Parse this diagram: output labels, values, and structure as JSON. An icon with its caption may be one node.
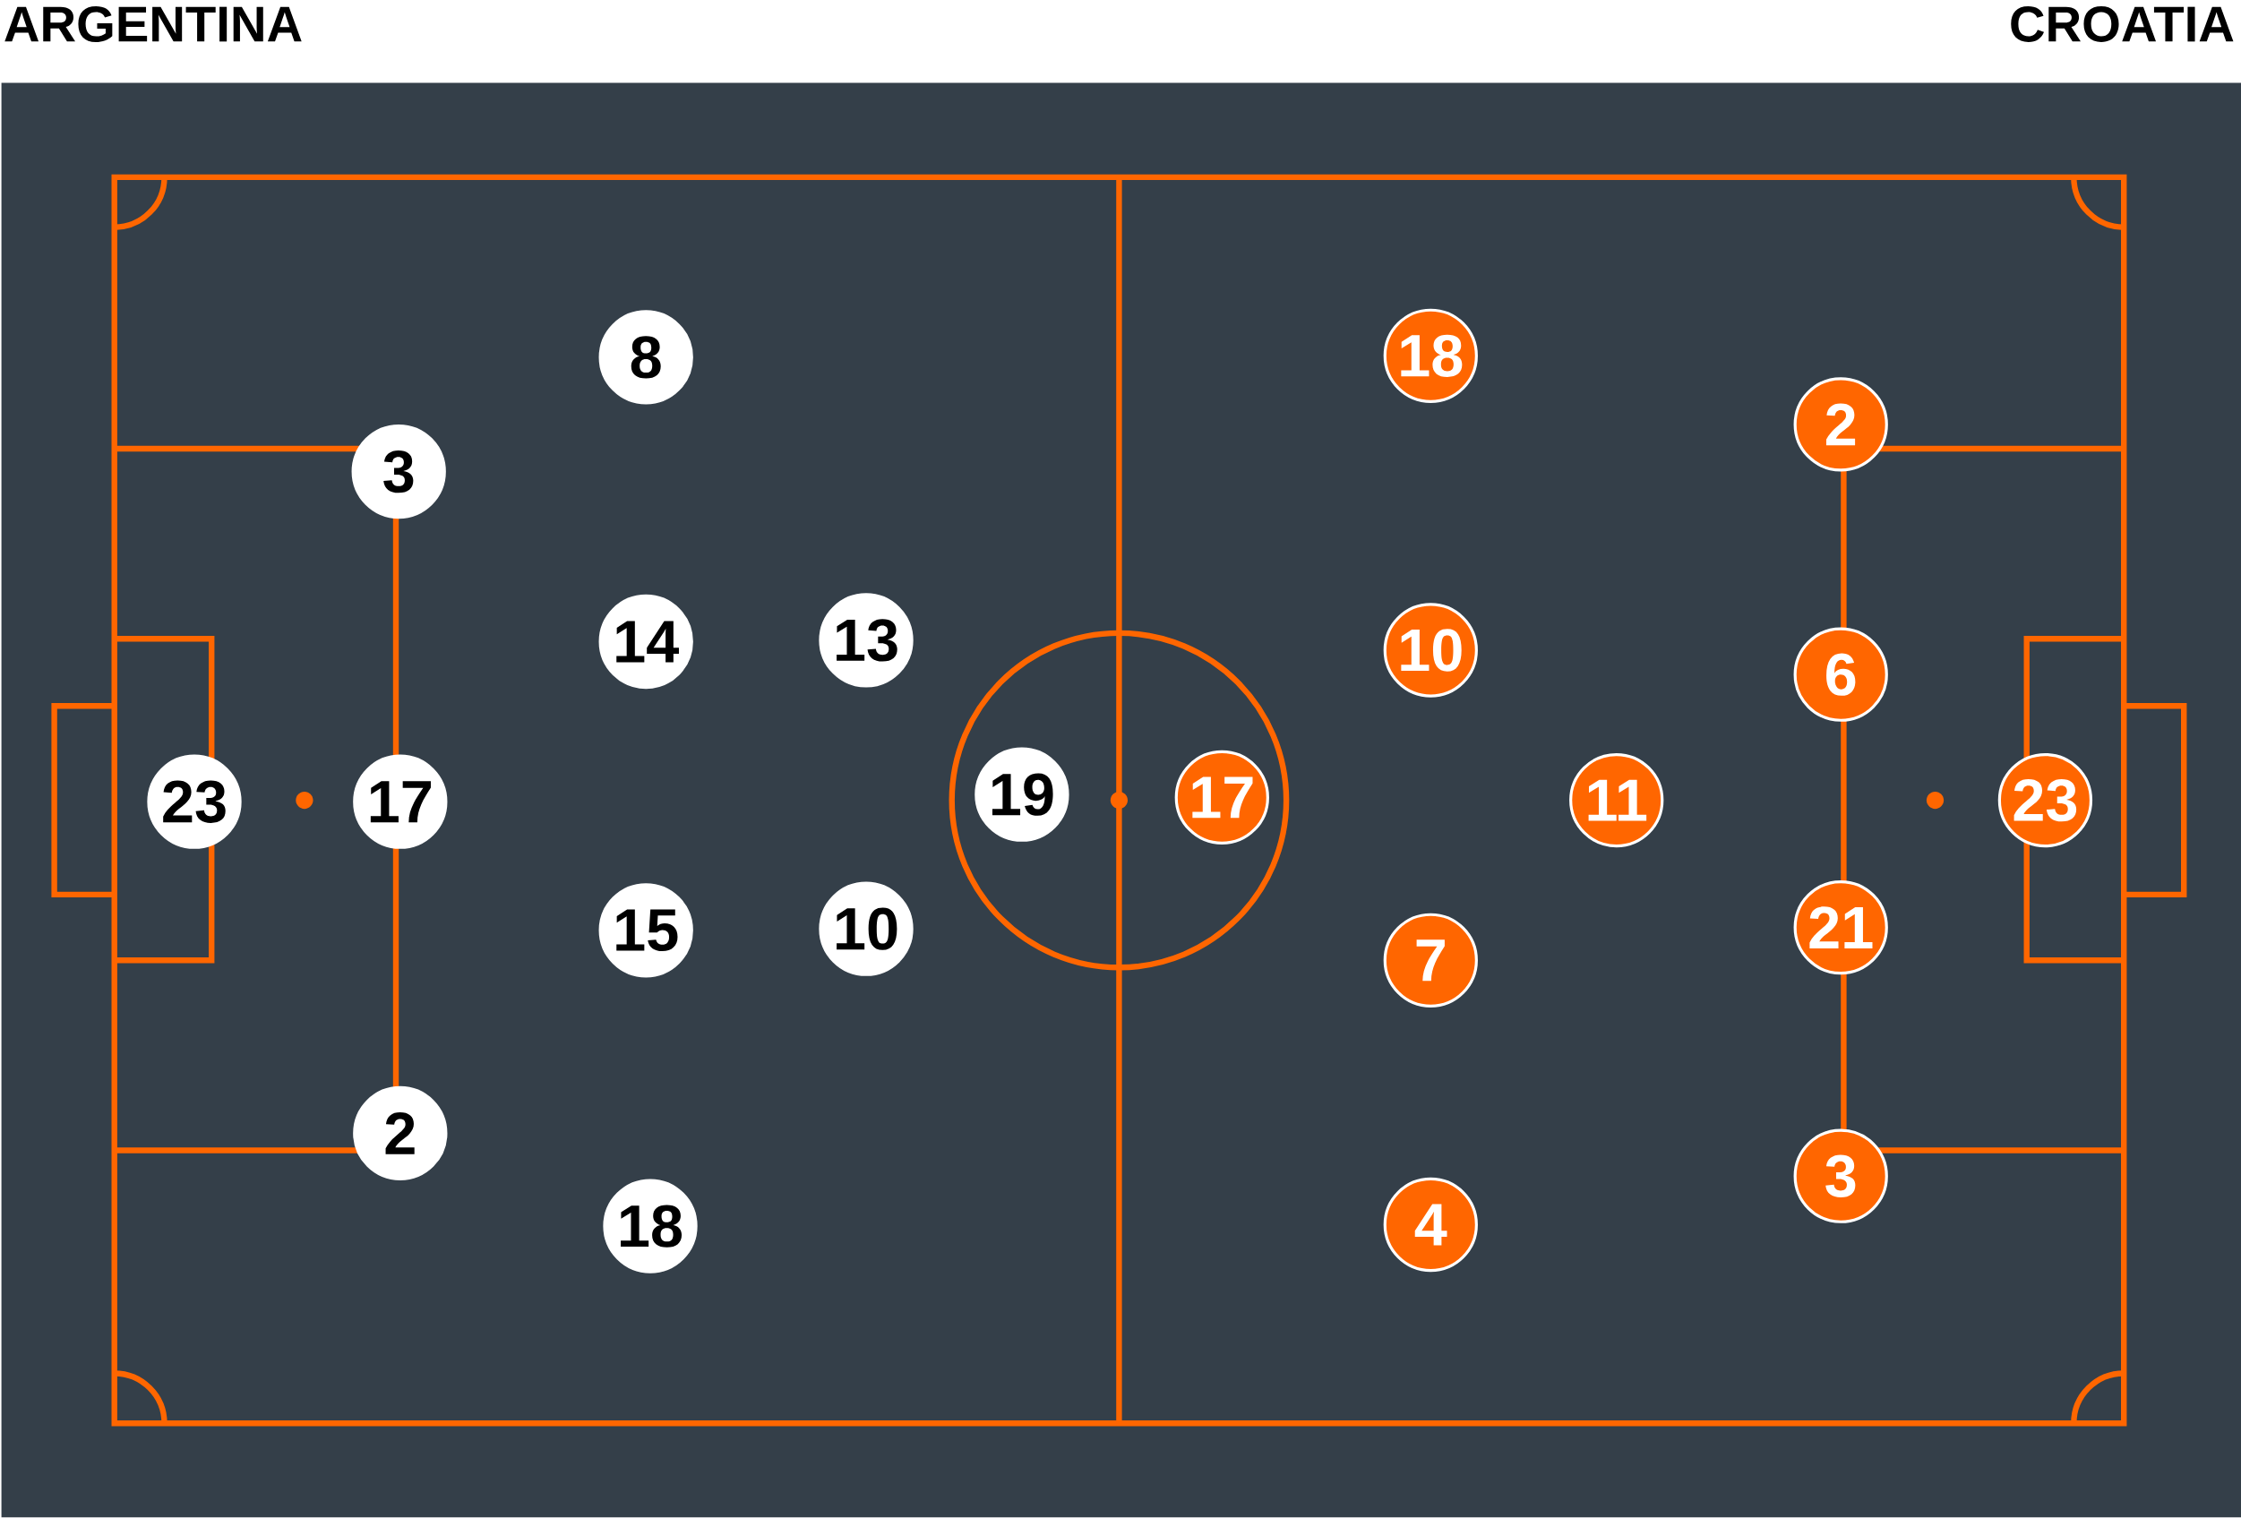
{
  "diagram": {
    "nodes": [
      {
        "text": [
          "8"
        ]
      },
      {
        "text": [
          "3"
        ]
      },
      {
        "text": [
          "14"
        ]
      },
      {
        "text": [
          "13"
        ]
      },
      {
        "text": [
          "23"
        ]
      },
      {
        "text": [
          "17"
        ]
      },
      {
        "text": [
          "19"
        ]
      },
      {
        "text": [
          "15"
        ]
      },
      {
        "text": [
          "10"
        ]
      },
      {
        "text": [
          "2"
        ]
      },
      {
        "text": [
          "18"
        ]
      },
      {
        "text": [
          "18"
        ]
      },
      {
        "text": [
          "2"
        ]
      },
      {
        "text": [
          "10"
        ]
      },
      {
        "text": [
          "6"
        ]
      },
      {
        "text": [
          "17"
        ]
      },
      {
        "text": [
          "11"
        ]
      },
      {
        "text": [
          "23"
        ]
      },
      {
        "text": [
          "21"
        ]
      },
      {
        "text": [
          "7"
        ]
      },
      {
        "text": [
          "3"
        ]
      },
      {
        "text": [
          "4"
        ]
      }
    ],
    "labels": [
      "ARGENTINA",
      "CROATIA"
    ]
  }
}
